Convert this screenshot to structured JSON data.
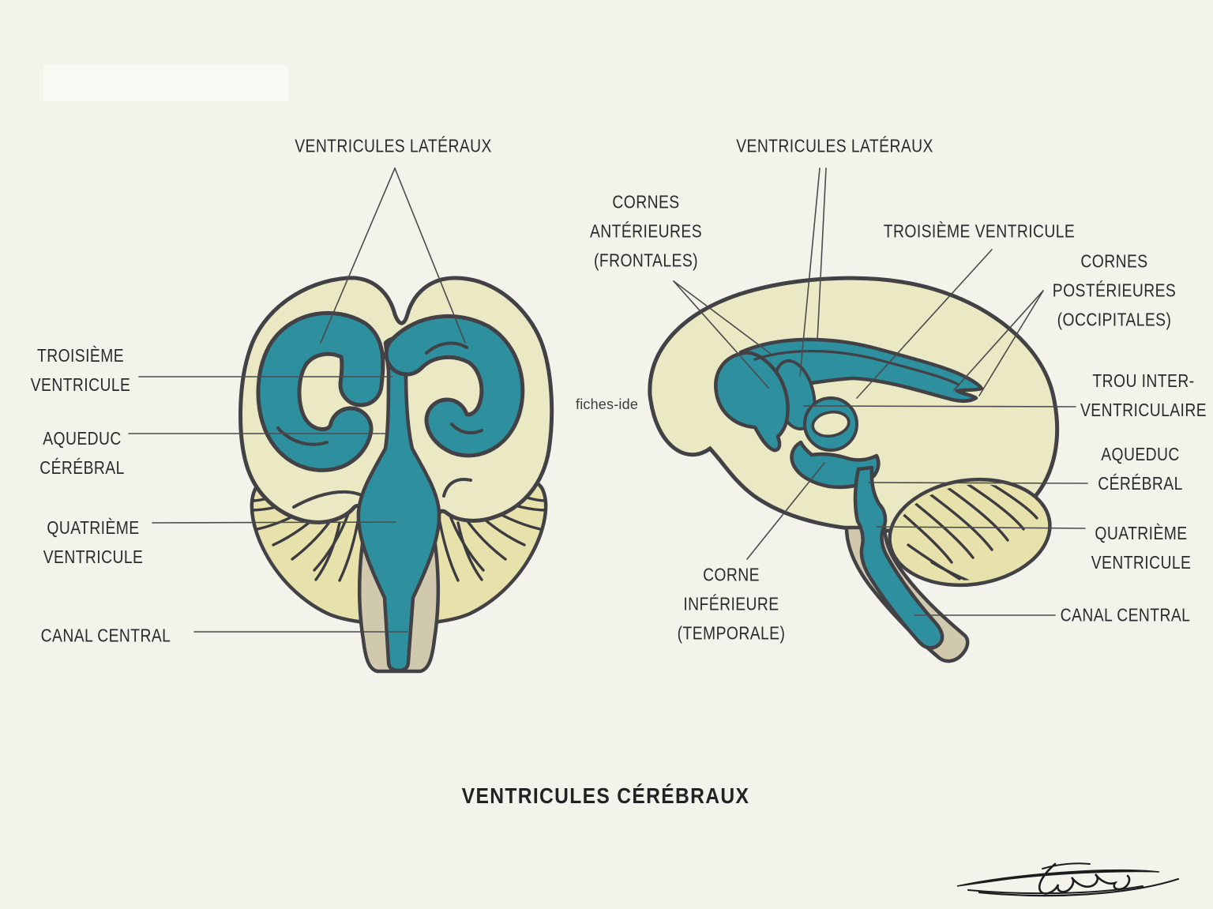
{
  "title": "VENTRICULES CÉRÉBRAUX",
  "watermark": "fiches-ide",
  "palette": {
    "background": "#f4f3eb",
    "cerebrum": "#ebe8c4",
    "cerebellum": "#e7e1ab",
    "brainstem": "#d1c9ae",
    "ventricle_teal": "#2e8f9e",
    "outline": "#414146",
    "pointer_line": "#4b4b4e",
    "label_text": "#2a2a2d"
  },
  "coronal_view": {
    "name": "vue coronale du cerveau",
    "labels": {
      "ventricules_lateraux": {
        "lines": [
          "VENTRICULES LATÉRAUX"
        ]
      },
      "troisieme_ventricule": {
        "lines": [
          "TROISIÈME",
          "VENTRICULE"
        ]
      },
      "aqueduc_cerebral": {
        "lines": [
          "AQUEDUC",
          "CÉRÉBRAL"
        ]
      },
      "quatrieme_ventricule": {
        "lines": [
          "QUATRIÈME",
          "VENTRICULE"
        ]
      },
      "canal_central": {
        "lines": [
          "CANAL CENTRAL"
        ]
      }
    }
  },
  "sagittal_view": {
    "name": "vue sagittale du cerveau",
    "labels": {
      "ventricules_lateraux": {
        "lines": [
          "VENTRICULES LATÉRAUX"
        ]
      },
      "cornes_anterieures": {
        "lines": [
          "CORNES",
          "ANTÉRIEURES",
          "(FRONTALES)"
        ]
      },
      "troisieme_ventricule": {
        "lines": [
          "TROISIÈME VENTRICULE"
        ]
      },
      "cornes_posterieures": {
        "lines": [
          "CORNES",
          "POSTÉRIEURES",
          "(OCCIPITALES)"
        ]
      },
      "trou_interventriculaire": {
        "lines": [
          "TROU INTER-",
          "VENTRICULAIRE"
        ]
      },
      "aqueduc_cerebral": {
        "lines": [
          "AQUEDUC",
          "CÉRÉBRAL"
        ]
      },
      "quatrieme_ventricule": {
        "lines": [
          "QUATRIÈME",
          "VENTRICULE"
        ]
      },
      "canal_central": {
        "lines": [
          "CANAL CENTRAL"
        ]
      },
      "corne_inferieure": {
        "lines": [
          "CORNE",
          "INFÉRIEURE",
          "(TEMPORALE)"
        ]
      }
    }
  }
}
